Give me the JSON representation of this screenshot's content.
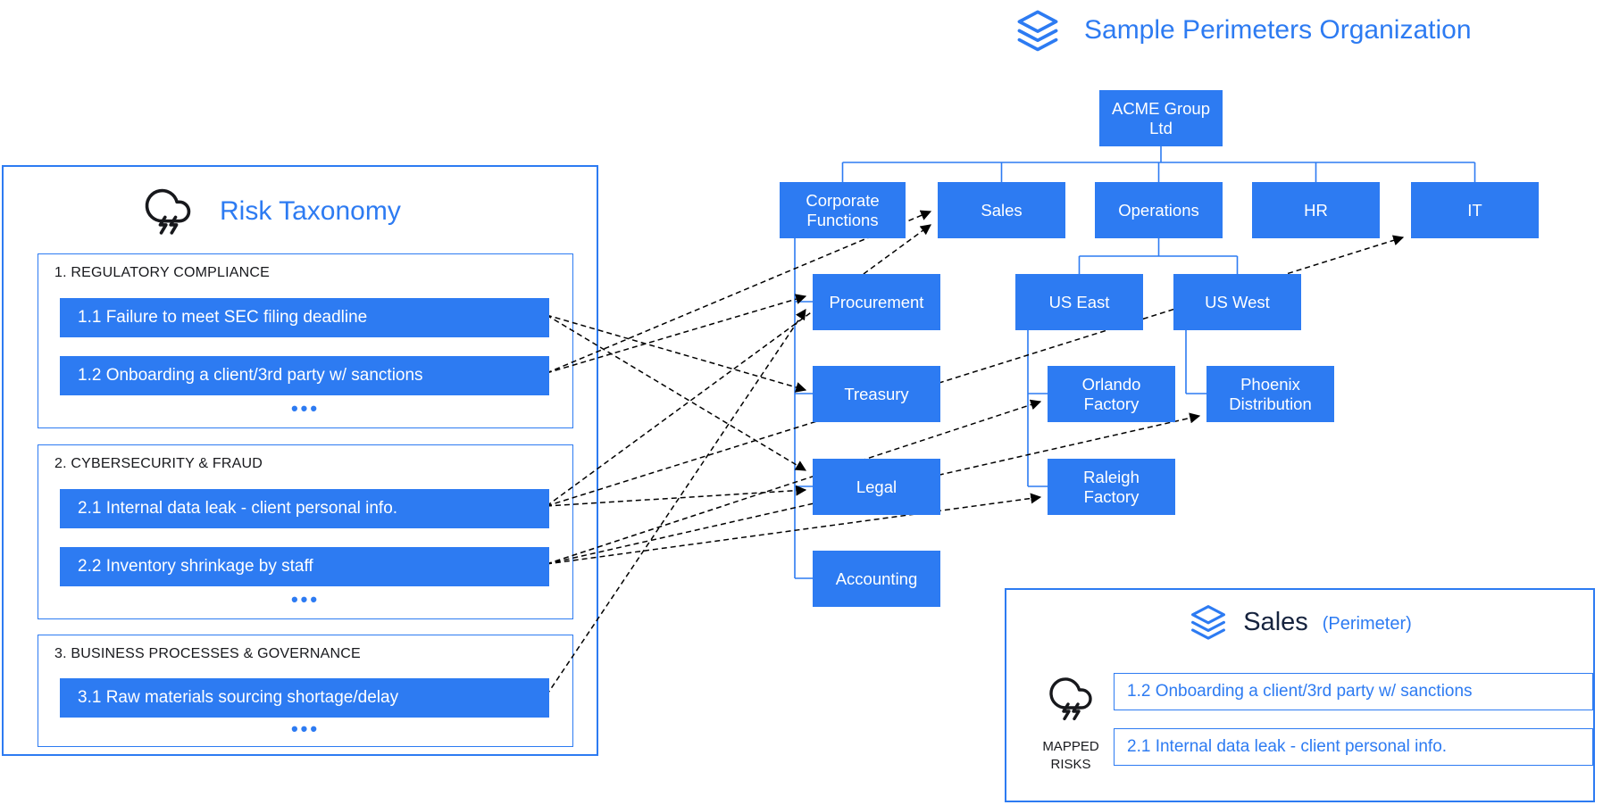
{
  "colors": {
    "accent": "#2d7bf2",
    "arrow": "#000000",
    "text_dark": "#17181c",
    "perimeter_title_color": "#16233e"
  },
  "header": {
    "title": "Sample Perimeters Organization"
  },
  "risk_taxonomy": {
    "title": "Risk Taxonomy",
    "ellipsis": "•••",
    "categories": [
      {
        "label": "1. REGULATORY COMPLIANCE",
        "risks": [
          {
            "id": "1.1",
            "text": "1.1 Failure to meet SEC filing deadline"
          },
          {
            "id": "1.2",
            "text": "1.2 Onboarding a client/3rd party w/ sanctions"
          }
        ]
      },
      {
        "label": "2. CYBERSECURITY & FRAUD",
        "risks": [
          {
            "id": "2.1",
            "text": "2.1 Internal data leak - client personal info."
          },
          {
            "id": "2.2",
            "text": "2.2 Inventory shrinkage by staff"
          }
        ]
      },
      {
        "label": "3. BUSINESS PROCESSES & GOVERNANCE",
        "risks": [
          {
            "id": "3.1",
            "text": "3.1 Raw materials sourcing shortage/delay"
          }
        ]
      }
    ]
  },
  "org": {
    "acme": "ACME Group Ltd",
    "corporate_functions": "Corporate Functions",
    "sales": "Sales",
    "operations": "Operations",
    "hr": "HR",
    "it": "IT",
    "procurement": "Procurement",
    "treasury": "Treasury",
    "legal": "Legal",
    "accounting": "Accounting",
    "us_east": "US East",
    "us_west": "US West",
    "orlando": "Orlando Factory",
    "raleigh": "Raleigh Factory",
    "phoenix": "Phoenix Distribution"
  },
  "perimeter": {
    "title": "Sales",
    "subtitle": "(Perimeter)",
    "mapped_label": "MAPPED RISKS",
    "items": [
      "1.2 Onboarding a client/3rd party w/ sanctions",
      "2.1 Internal data leak - client personal info."
    ]
  },
  "mappings": [
    {
      "from": "1.1",
      "to": "treasury"
    },
    {
      "from": "1.1",
      "to": "legal"
    },
    {
      "from": "1.2",
      "to": "sales"
    },
    {
      "from": "1.2",
      "to": "procurement"
    },
    {
      "from": "2.1",
      "to": "sales"
    },
    {
      "from": "2.1",
      "to": "legal"
    },
    {
      "from": "2.1",
      "to": "it"
    },
    {
      "from": "2.2",
      "to": "orlando"
    },
    {
      "from": "2.2",
      "to": "phoenix"
    },
    {
      "from": "2.2",
      "to": "raleigh"
    },
    {
      "from": "3.1",
      "to": "procurement"
    }
  ]
}
